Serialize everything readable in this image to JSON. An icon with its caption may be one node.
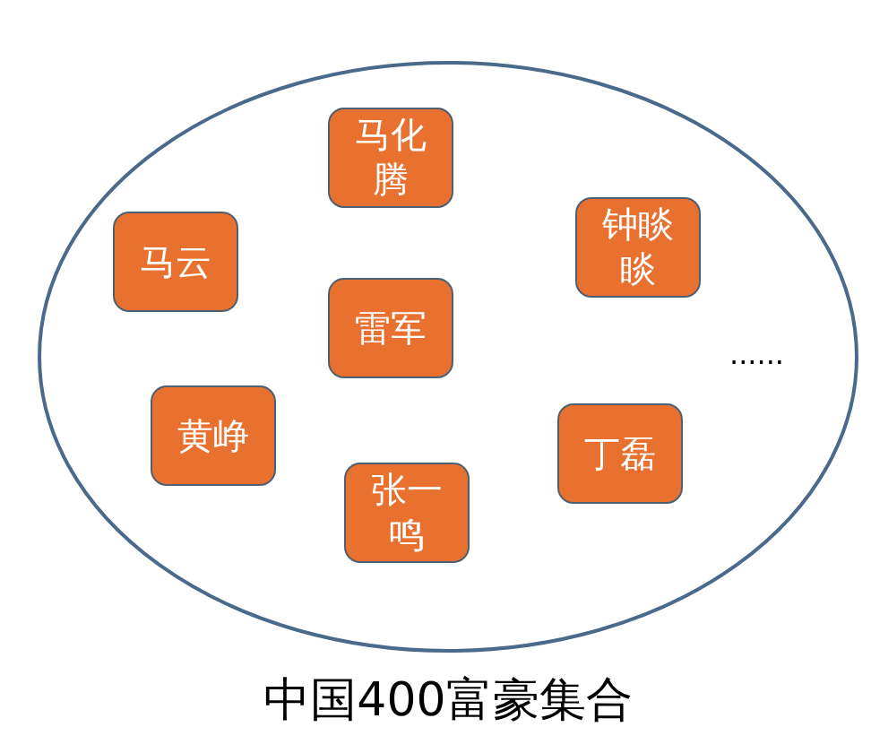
{
  "diagram": {
    "nodes": [
      {
        "text": [
          "中国400富豪集合"
        ]
      },
      {
        "text": [
          "马化腾"
        ],
        "in": 0
      },
      {
        "text": [
          "马云"
        ],
        "in": 0
      },
      {
        "text": [
          "钟睒睒"
        ],
        "in": 0
      },
      {
        "text": [
          "雷军"
        ],
        "in": 0
      },
      {
        "text": [
          "黄峥"
        ],
        "in": 0
      },
      {
        "text": [
          "丁磊"
        ],
        "in": 0
      },
      {
        "text": [
          "张一鸣"
        ],
        "in": 0
      }
    ],
    "labels": [
      "......"
    ]
  }
}
